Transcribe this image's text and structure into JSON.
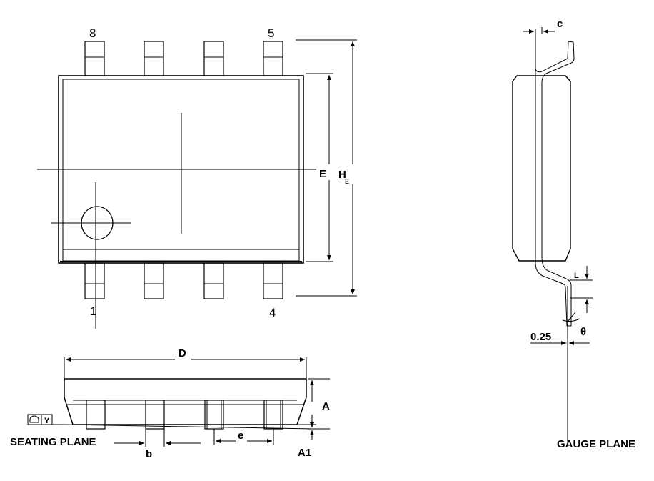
{
  "top_view": {
    "pin_labels": {
      "pin8": "8",
      "pin5": "5",
      "pin1": "1",
      "pin4": "4"
    },
    "dim_E": "E",
    "dim_HE_main": "H",
    "dim_HE_sub": "E"
  },
  "front_view": {
    "dim_D": "D",
    "dim_A": "A",
    "dim_A1": "A1",
    "dim_b": "b",
    "dim_e": "e",
    "datum_label": "Y",
    "seating_plane": "SEATING PLANE"
  },
  "side_view": {
    "dim_c": "c",
    "dim_L": "L",
    "dim_theta": "θ",
    "dim_gauge": "0.25",
    "gauge_plane": "GAUGE PLANE"
  }
}
